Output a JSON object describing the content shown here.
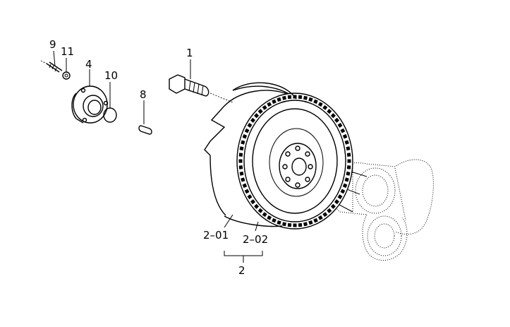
{
  "diagram": {
    "callouts": [
      {
        "id": "c1",
        "label": "1"
      },
      {
        "id": "c4",
        "label": "4"
      },
      {
        "id": "c8",
        "label": "8"
      },
      {
        "id": "c9",
        "label": "9"
      },
      {
        "id": "c10",
        "label": "10"
      },
      {
        "id": "c11",
        "label": "11"
      },
      {
        "id": "c2-01",
        "label": "2–01"
      },
      {
        "id": "c2-02",
        "label": "2–02"
      },
      {
        "id": "c2",
        "label": "2"
      }
    ]
  }
}
